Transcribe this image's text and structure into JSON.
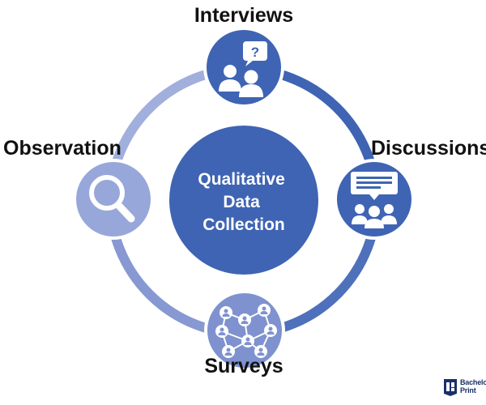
{
  "diagram": {
    "center": {
      "lines": [
        "Qualitative",
        "Data",
        "Collection"
      ]
    },
    "nodes": {
      "top": {
        "label": "Interviews",
        "icon": "interview-people-question-icon",
        "color": "#3f64b3"
      },
      "right": {
        "label": "Discussions",
        "icon": "discussion-group-chat-icon",
        "color": "#3f64b3"
      },
      "bottom": {
        "label": "Surveys",
        "icon": "network-people-icon",
        "color": "#7f92cf"
      },
      "left": {
        "label": "Observation",
        "icon": "magnifying-glass-icon",
        "color": "#98a7d9"
      }
    },
    "ring_colors": [
      "#3f64b3",
      "#7f92cf",
      "#98a7d9"
    ]
  },
  "brand": {
    "line1": "Bachelor",
    "line2": "Print",
    "icon": "bachelorprint-logo-icon"
  }
}
